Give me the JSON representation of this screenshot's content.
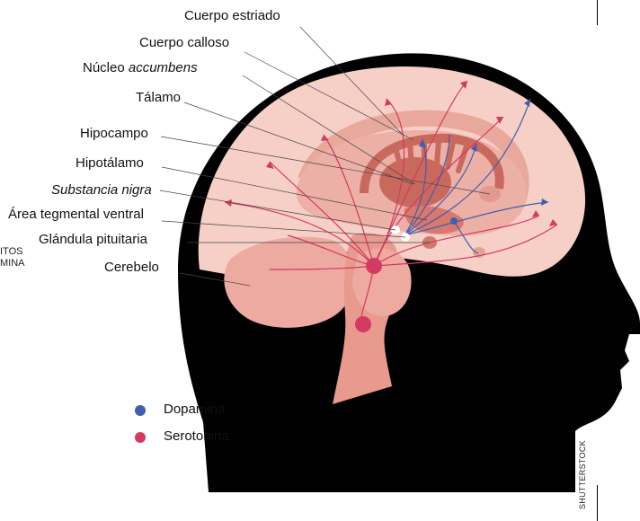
{
  "labels": {
    "cuerpo_estriado": "Cuerpo estriado",
    "cuerpo_calloso": "Cuerpo calloso",
    "nucleo_prefix": "Núcleo ",
    "nucleo_italic": "accumbens",
    "talamo": "Tálamo",
    "hipocampo": "Hipocampo",
    "hipotalamo": "Hipotálamo",
    "substancia_nigra": "Substancia nigra",
    "area_tegmental": "Área tegmental ventral",
    "glandula_pituitaria": "Glándula pituitaria",
    "cerebelo": "Cerebelo"
  },
  "side_text": [
    "ITOS",
    "MINA"
  ],
  "legend": [
    {
      "label": "Dopamina",
      "color": "#3f5fae"
    },
    {
      "label": "Serotonina",
      "color": "#d33a62"
    }
  ],
  "credit": "SHUTTERSTOCK",
  "colors": {
    "head": "#000000",
    "brain_light": "#f6cfc6",
    "brain_mid": "#ecaaa0",
    "brain_deep": "#d9786c",
    "serotonin": "#d33a62",
    "dopamine": "#3f5fae"
  }
}
